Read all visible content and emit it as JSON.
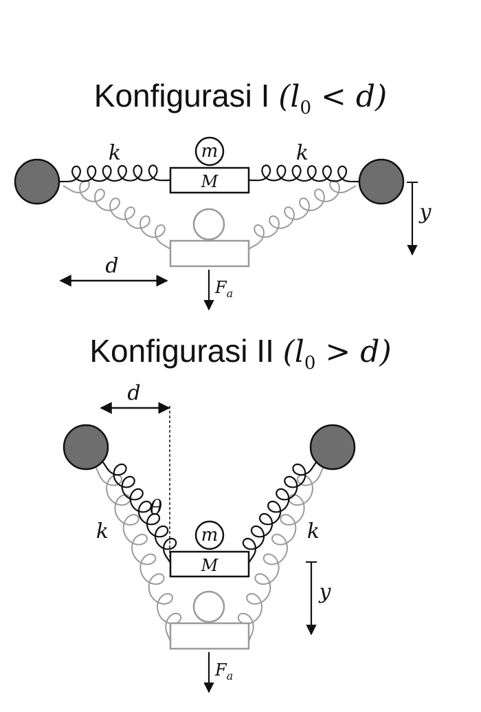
{
  "config1": {
    "title_prefix": "Konfigurasi I",
    "title_math_open": "(l",
    "title_math_sub": "0",
    "title_math_rest": " < d)",
    "spring_label_left": "k",
    "spring_label_right": "k",
    "small_mass_label": "m",
    "big_mass_label": "M",
    "distance_label": "d",
    "displacement_label": "y",
    "force_label": "F",
    "force_sub": "a"
  },
  "config2": {
    "title_prefix": "Konfigurasi II",
    "title_math_open": "(l",
    "title_math_sub": "0",
    "title_math_rest": " > d)",
    "spring_label_left": "k",
    "spring_label_right": "k",
    "small_mass_label": "m",
    "big_mass_label": "M",
    "distance_label": "d",
    "angle_label": "θ",
    "displacement_label": "y",
    "force_label": "F",
    "force_sub": "a"
  },
  "colors": {
    "anchor_fill": "#6e6e6e",
    "stroke": "#111111",
    "ghost": "#9a9a9a"
  }
}
